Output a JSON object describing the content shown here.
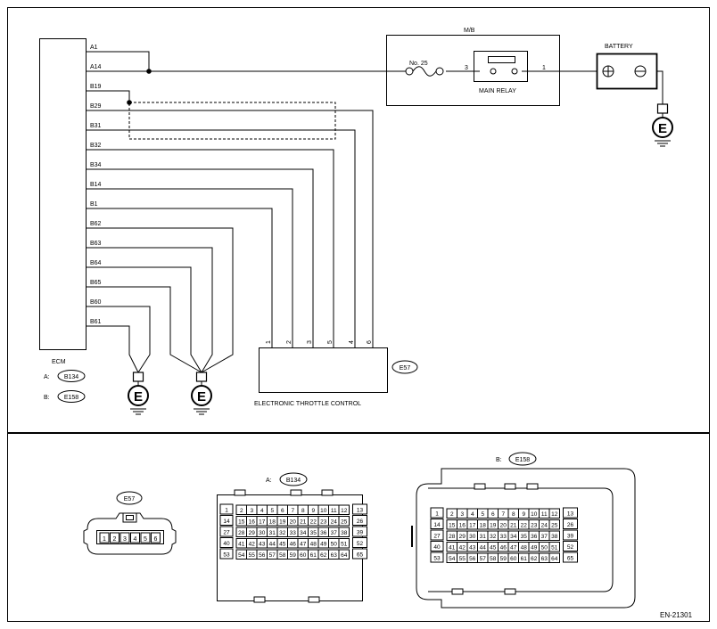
{
  "ecm": {
    "label": "ECM",
    "conn_a_prefix": "A:",
    "conn_a_name": "B134",
    "conn_b_prefix": "B:",
    "conn_b_name": "E158",
    "pins": [
      "A1",
      "A14",
      "B19",
      "B29",
      "B31",
      "B32",
      "B34",
      "B14",
      "B1",
      "B62",
      "B63",
      "B64",
      "B65",
      "B60",
      "B61"
    ]
  },
  "mb": {
    "label": "M/B",
    "fuse": "No. 25",
    "relay": "MAIN RELAY",
    "pin_left": "3",
    "pin_right": "1"
  },
  "battery": {
    "label": "BATTERY"
  },
  "ground": {
    "letter": "E"
  },
  "throttle": {
    "label": "ELECTRONIC THROTTLE CONTROL",
    "conn": "E57",
    "pins": [
      "1",
      "2",
      "3",
      "5",
      "4",
      "6"
    ]
  },
  "connectors": {
    "e57": {
      "name": "E57",
      "pins": [
        "1",
        "2",
        "3",
        "4",
        "5",
        "6"
      ]
    },
    "b134": {
      "prefix": "A:",
      "name": "B134",
      "left": [
        "1",
        "14",
        "27",
        "40",
        "53"
      ],
      "right": [
        "13",
        "26",
        "39",
        "52",
        "65"
      ],
      "rows": [
        [
          "2",
          "3",
          "4",
          "5",
          "6",
          "7",
          "8",
          "9",
          "10",
          "11",
          "12"
        ],
        [
          "15",
          "16",
          "17",
          "18",
          "19",
          "20",
          "21",
          "22",
          "23",
          "24",
          "25"
        ],
        [
          "28",
          "29",
          "30",
          "31",
          "32",
          "33",
          "34",
          "35",
          "36",
          "37",
          "38"
        ],
        [
          "41",
          "42",
          "43",
          "44",
          "45",
          "46",
          "47",
          "48",
          "49",
          "50",
          "51"
        ],
        [
          "54",
          "55",
          "56",
          "57",
          "58",
          "59",
          "60",
          "61",
          "62",
          "63",
          "64"
        ]
      ]
    },
    "e158": {
      "prefix": "B:",
      "name": "E158",
      "left": [
        "1",
        "14",
        "27",
        "40",
        "53"
      ],
      "right": [
        "13",
        "26",
        "39",
        "52",
        "65"
      ],
      "rows": [
        [
          "2",
          "3",
          "4",
          "5",
          "6",
          "7",
          "8",
          "9",
          "10",
          "11",
          "12"
        ],
        [
          "15",
          "16",
          "17",
          "18",
          "19",
          "20",
          "21",
          "22",
          "23",
          "24",
          "25"
        ],
        [
          "28",
          "29",
          "30",
          "31",
          "32",
          "33",
          "34",
          "35",
          "36",
          "37",
          "38"
        ],
        [
          "41",
          "42",
          "43",
          "44",
          "45",
          "46",
          "47",
          "48",
          "49",
          "50",
          "51"
        ],
        [
          "54",
          "55",
          "56",
          "57",
          "58",
          "59",
          "60",
          "61",
          "62",
          "63",
          "64"
        ]
      ]
    }
  },
  "figure_id": "EN-21301"
}
